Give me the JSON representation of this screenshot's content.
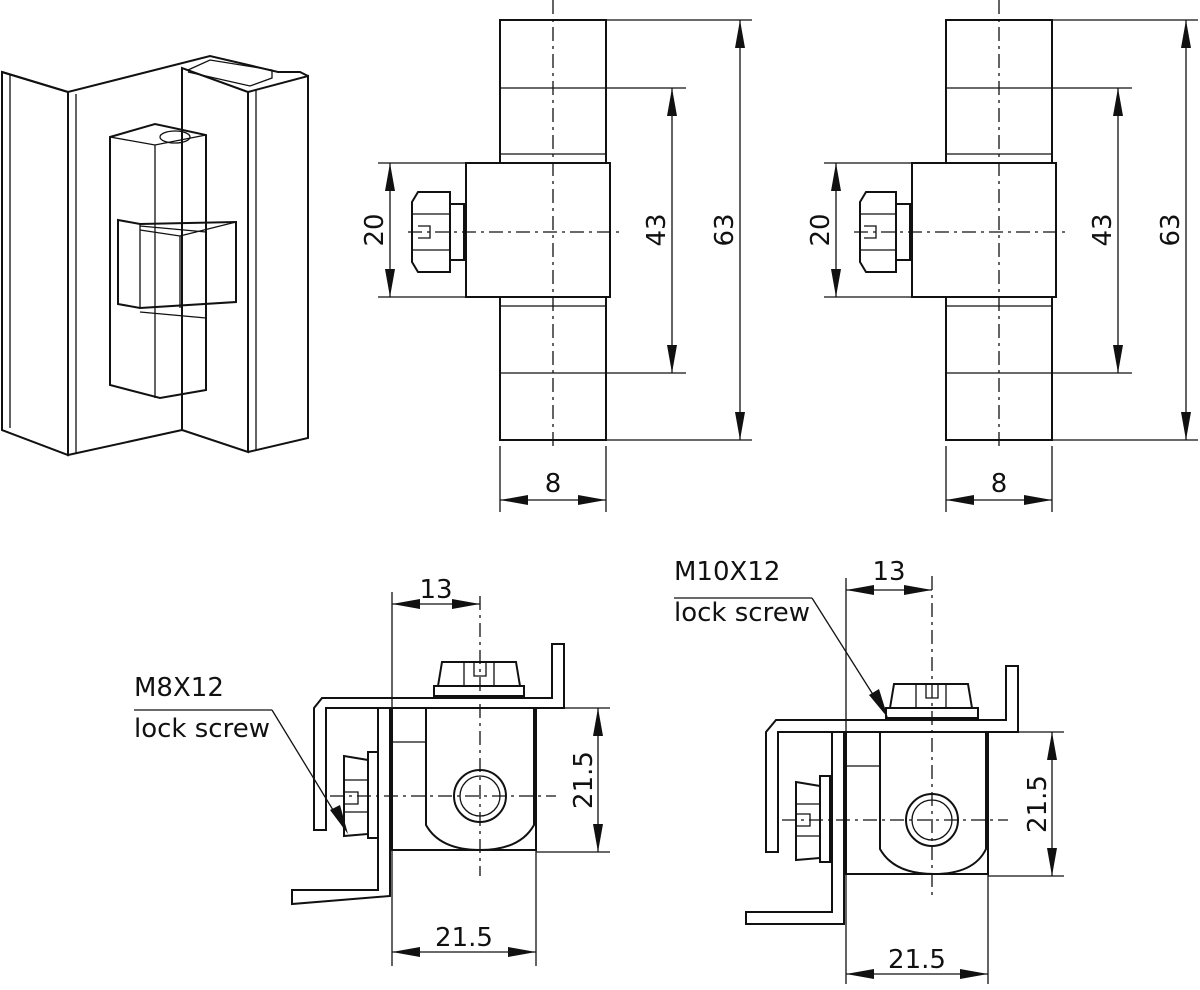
{
  "dimensions": {
    "front_left": {
      "height_total": "63",
      "height_mid": "43",
      "block_height": "20",
      "width": "8"
    },
    "front_right": {
      "height_total": "63",
      "height_mid": "43",
      "block_height": "20",
      "width": "8"
    },
    "top_left": {
      "offset": "13",
      "depth": "21.5",
      "width": "21.5"
    },
    "top_right": {
      "offset": "13",
      "depth": "21.5",
      "width": "21.5"
    }
  },
  "callouts": {
    "left": {
      "size": "M8X12",
      "label": "lock screw"
    },
    "right": {
      "size": "M10X12",
      "label": "lock screw"
    }
  },
  "colors": {
    "line": "#111111",
    "background": "#ffffff"
  }
}
